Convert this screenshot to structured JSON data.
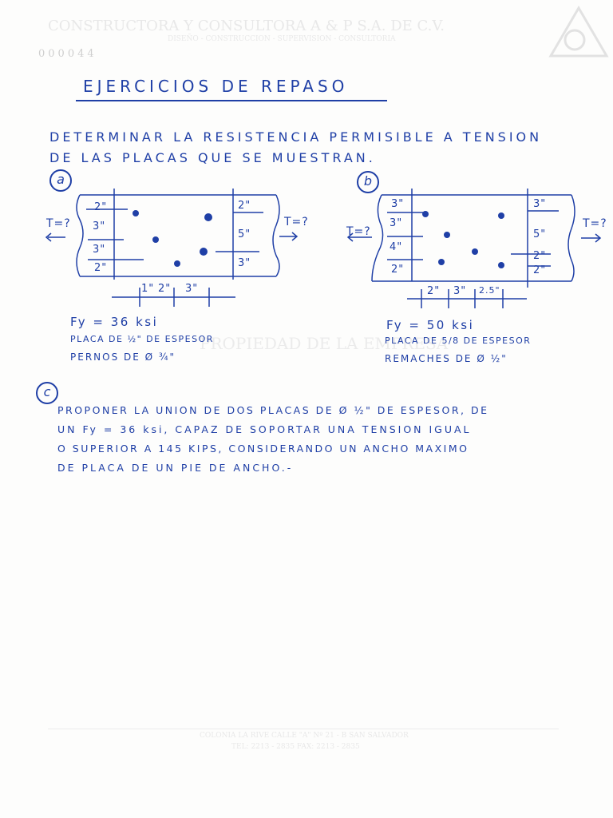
{
  "letterhead": {
    "company": "CONSTRUCTORA Y CONSULTORA A & P S.A. DE C.V.",
    "services": "DISEÑO - CONSTRUCCION - SUPERVISION - CONSULTORIA",
    "folio": "000044",
    "watermark": "PROPIEDAD DE LA EMPRESA",
    "footer_line1": "COLONIA LA RIVE CALLE \"A\" Nº 21 - B SAN SALVADOR",
    "footer_line2": "TEL: 2213 - 2835 FAX: 2213 - 2835"
  },
  "title": "EJERCICIOS DE REPASO",
  "intro": {
    "line1": "DETERMINAR LA RESISTENCIA PERMISIBLE A TENSION",
    "line2": "DE LAS PLACAS QUE SE MUESTRAN."
  },
  "problem_a": {
    "label": "a",
    "tension": "T=?",
    "left_dims": [
      "2\"",
      "3\"",
      "3\"",
      "2\""
    ],
    "right_dims": [
      "2\"",
      "5\"",
      "3\""
    ],
    "bottom_dims": [
      "1\"",
      "2\"",
      "3\""
    ],
    "fy": "Fy = 36 ksi",
    "placa": "PLACA DE ½\" DE ESPESOR",
    "pernos": "PERNOS DE Ø ¾\""
  },
  "problem_b": {
    "label": "b",
    "tension": "T=?",
    "left_dims": [
      "3\"",
      "3\"",
      "4\"",
      "2\""
    ],
    "right_dims": [
      "3\"",
      "5\"",
      "2\"",
      "2\""
    ],
    "bottom_dims": [
      "2\"",
      "3\"",
      "2.5\""
    ],
    "fy": "Fy = 50 ksi",
    "placa": "PLACA DE 5/8 DE ESPESOR",
    "remaches": "REMACHES DE Ø ½\""
  },
  "problem_c": {
    "label": "c",
    "line1": "PROPONER LA UNION DE DOS PLACAS DE Ø ½\" DE ESPESOR, DE",
    "line2": "UN Fy = 36 ksi, CAPAZ DE SOPORTAR UNA TENSION IGUAL",
    "line3": "O SUPERIOR A 145 KIPS, CONSIDERANDO UN ANCHO MAXIMO",
    "line4": "DE PLACA DE UN PIE DE ANCHO.-"
  }
}
